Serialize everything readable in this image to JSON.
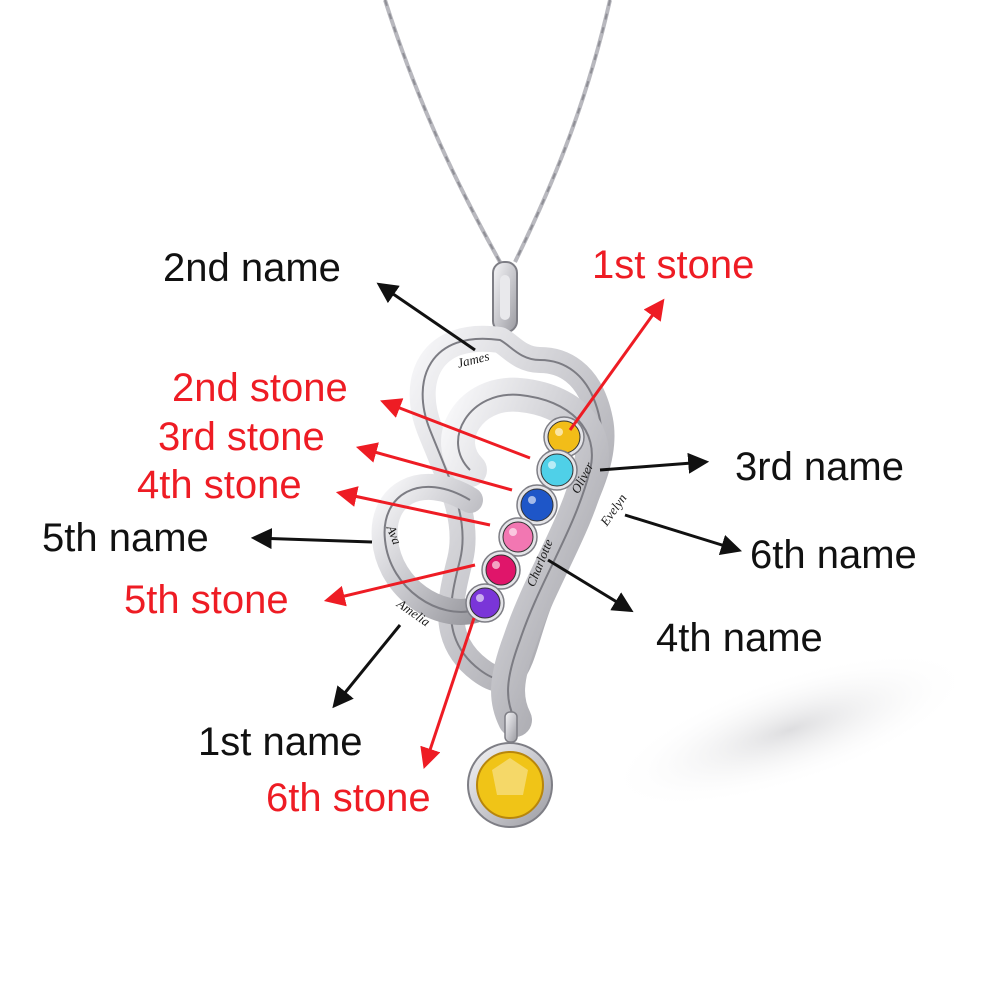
{
  "colors": {
    "stone_label": "#ee1c24",
    "name_label": "#111111",
    "silver": "#d8d8dc",
    "silver_shadow": "#8e8e94"
  },
  "stones": [
    {
      "label": "1st stone",
      "color": "#f2bd18"
    },
    {
      "label": "2nd stone",
      "color": "#4fd0e8"
    },
    {
      "label": "3rd stone",
      "color": "#1e56c8"
    },
    {
      "label": "4th stone",
      "color": "#f277b2"
    },
    {
      "label": "5th stone",
      "color": "#e0156a"
    },
    {
      "label": "6th stone",
      "color": "#f0c417"
    }
  ],
  "extra_stone": {
    "color": "#7a35d8"
  },
  "names": [
    {
      "label": "1st name",
      "engraving": "Amelia"
    },
    {
      "label": "2nd name",
      "engraving": "James"
    },
    {
      "label": "3rd name",
      "engraving": "Oliver"
    },
    {
      "label": "4th name",
      "engraving": "Charlotte"
    },
    {
      "label": "5th name",
      "engraving": "Ava"
    },
    {
      "label": "6th name",
      "engraving": "Evelyn"
    }
  ]
}
